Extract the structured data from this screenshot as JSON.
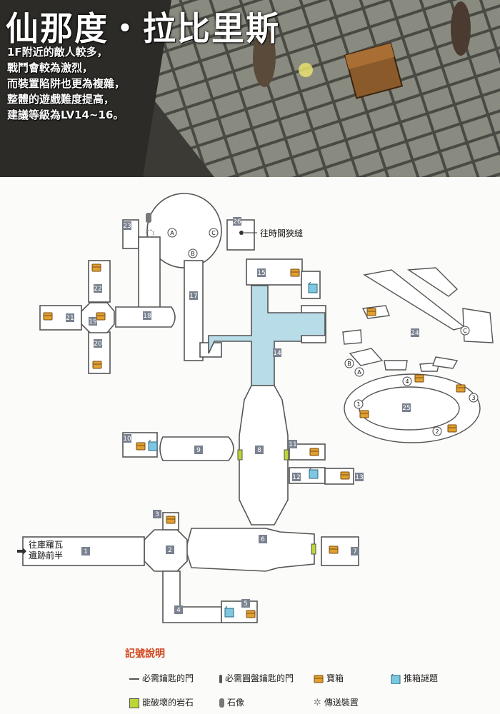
{
  "header": {
    "title": "仙那度・拉比里斯",
    "intro_lines": [
      "1F附近的敵人較多，",
      "戰鬥會較為激烈，",
      "而裝置陷阱也更為複雜，",
      "整體的遊戲難度提高，",
      "建議等級為LV14~16。"
    ]
  },
  "map": {
    "rooms": [
      "1",
      "2",
      "3",
      "4",
      "5",
      "6",
      "7",
      "8",
      "9",
      "10",
      "11",
      "12",
      "13",
      "14",
      "15",
      "17",
      "18",
      "19",
      "20",
      "21",
      "22",
      "23",
      "24",
      "25",
      "26"
    ],
    "gates": [
      "A",
      "B",
      "C"
    ],
    "points": [
      "1",
      "2",
      "3",
      "4"
    ],
    "exit_east_label": "往時間狹縫",
    "exit_west_label_1": "往庫羅瓦",
    "exit_west_label_2": "遺跡前半"
  },
  "legend": {
    "title": "記號說明",
    "items": {
      "key_door": "必需鑰匙的門",
      "disc_key_door": "必需圓盤鑰匙的門",
      "chest": "寶箱",
      "push_box_puzzle": "推箱謎題",
      "breakable_rock": "能破壞的岩石",
      "statue": "石像",
      "teleporter": "傳送裝置"
    }
  },
  "colors": {
    "room_gray": "#8a8a8a",
    "water": "#b8dce8",
    "chest": "#e0a030",
    "box": "#7ec7e0",
    "rock": "#bcd634",
    "legend_title": "#d0481e"
  }
}
